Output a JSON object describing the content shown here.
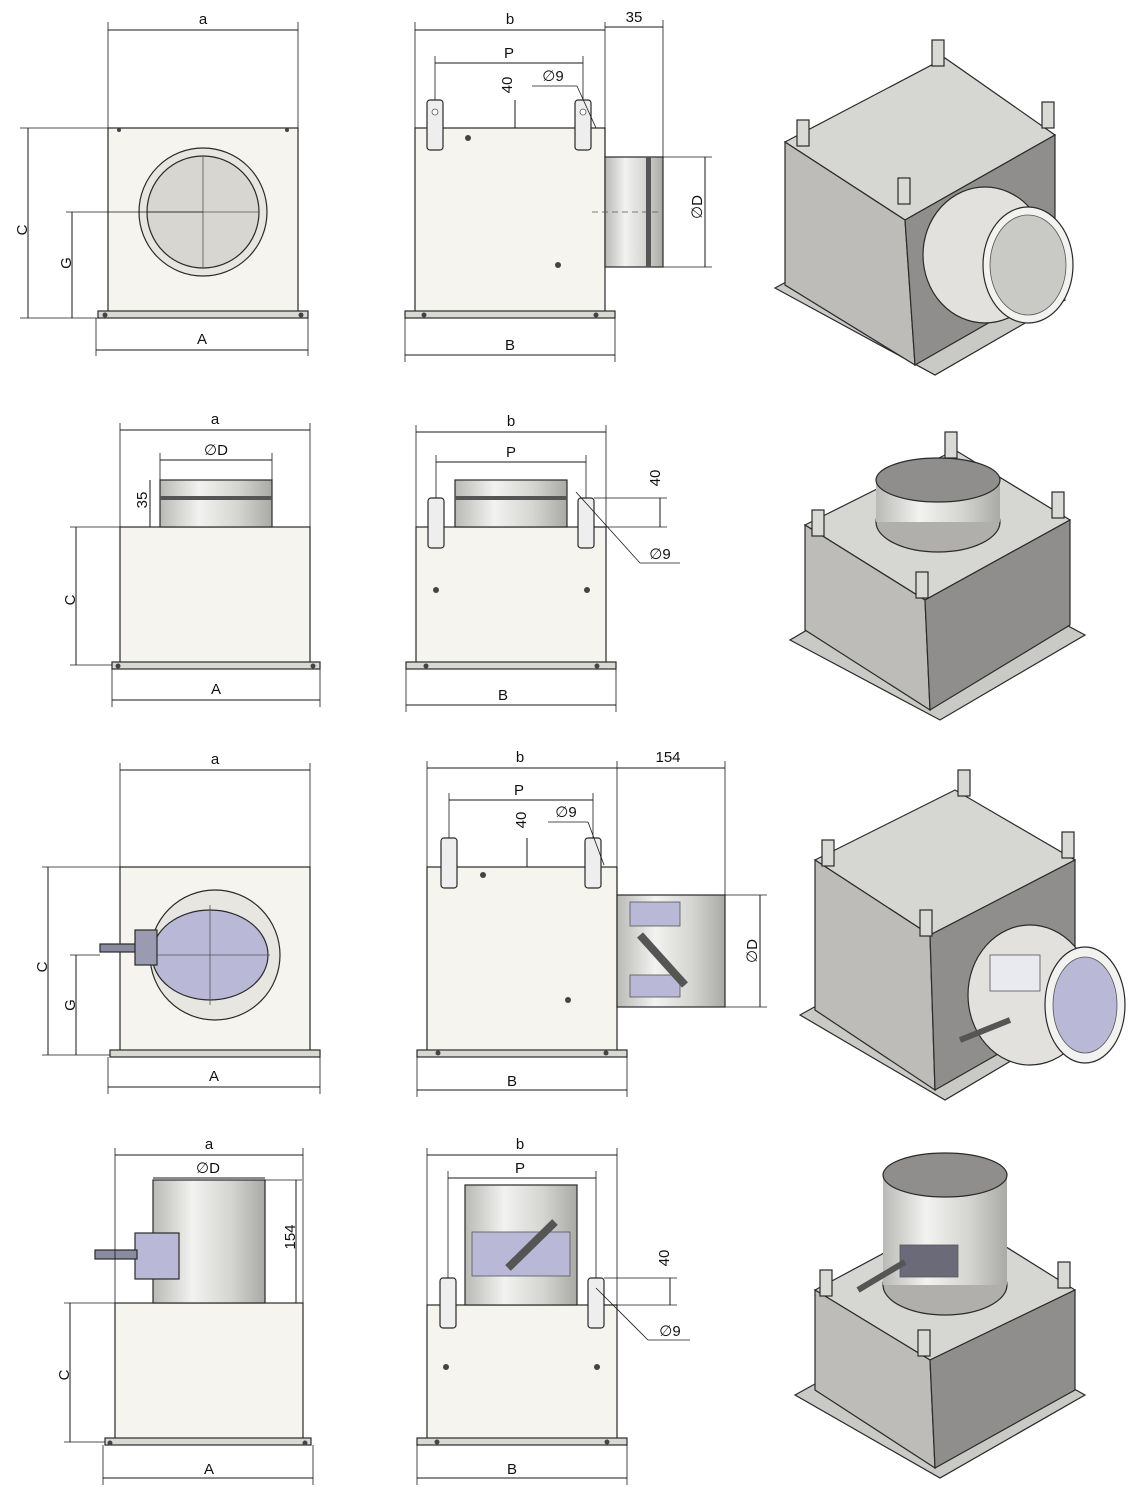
{
  "drawing": {
    "labels": {
      "a": "a",
      "b": "b",
      "C": "C",
      "G": "G",
      "A": "A",
      "B": "B",
      "P": "P",
      "D": "∅D",
      "hole": "∅9",
      "d35": "35",
      "d40": "40",
      "d154": "154"
    },
    "rows": [
      {
        "variant": "side-outlet"
      },
      {
        "variant": "top-outlet"
      },
      {
        "variant": "side-outlet-with-damper"
      },
      {
        "variant": "top-outlet-with-damper"
      }
    ],
    "colors": {
      "body": "#f5f4ee",
      "flange": "#d9d9d4",
      "pipe": "#cfcfcc",
      "iso_top": "#d6d6d3",
      "iso_left": "#bdbcb9",
      "iso_right": "#8f8e8c",
      "disc": "#d8d6d1",
      "damper_disc": "#b9b8d6",
      "line": "#1a1a1a"
    }
  }
}
